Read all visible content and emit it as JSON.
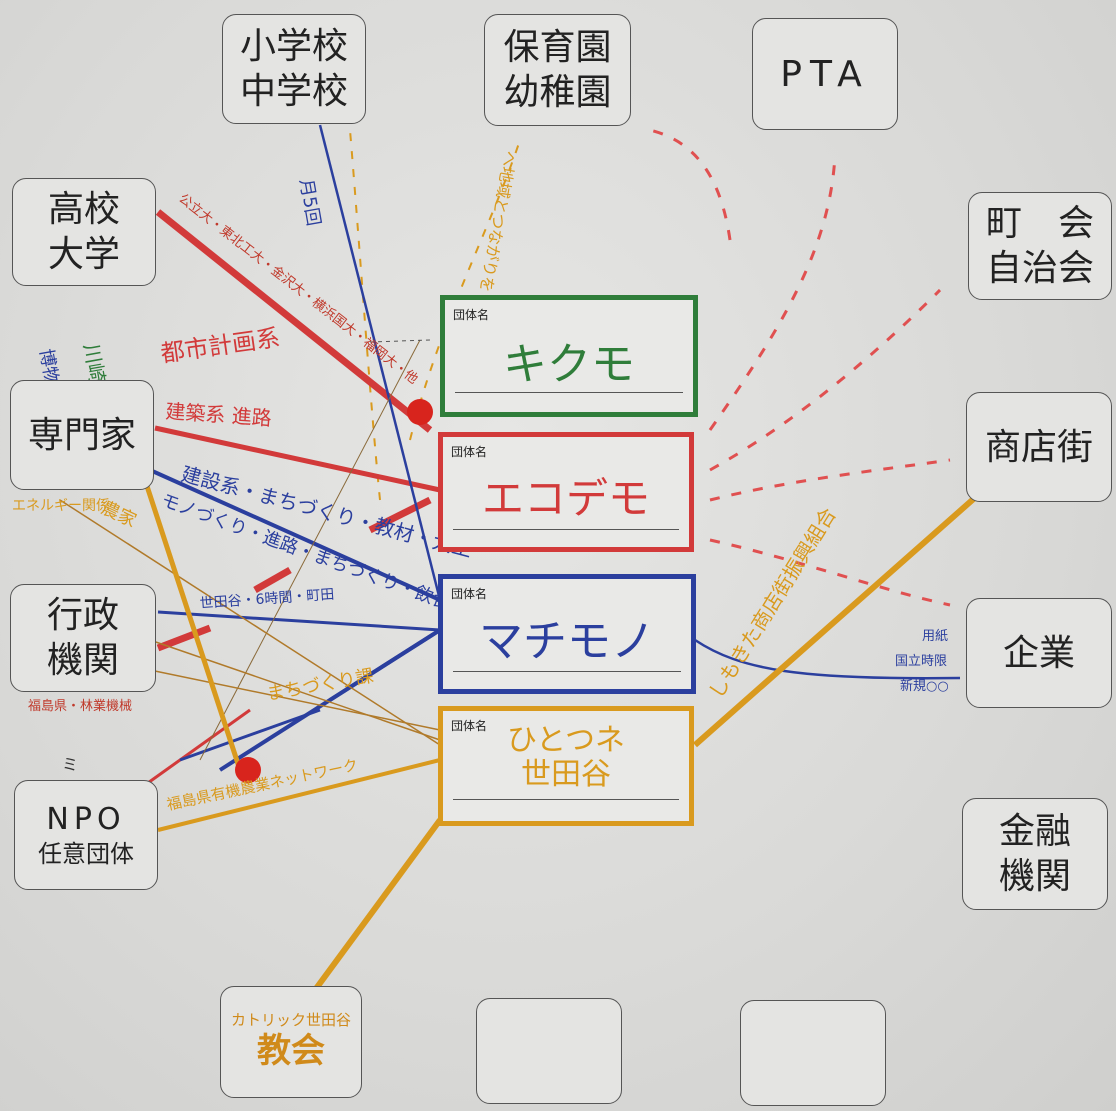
{
  "nodes": {
    "school": [
      "小学校",
      "中学校"
    ],
    "nursery": [
      "保育園",
      "幼稚園"
    ],
    "pta": [
      "PTA"
    ],
    "highschool": [
      "高校",
      "大学"
    ],
    "town": [
      "町　会",
      "自治会"
    ],
    "expert": [
      "専門家"
    ],
    "shopping": [
      "商店街"
    ],
    "admin": [
      "行政",
      "機関"
    ],
    "company": [
      "企業"
    ],
    "npo": [
      "NPO",
      "任意団体"
    ],
    "finance": [
      "金融",
      "機関"
    ],
    "church_small": "カトリック世田谷",
    "church": "教会"
  },
  "orgs": {
    "caption": "団体名",
    "kikumo": "キクモ",
    "ecodemo": "エコデモ",
    "machimono": "マチモノ",
    "hitotsune": [
      "ひとつネ",
      "世田谷"
    ]
  },
  "notes": {
    "universities": "公立大・東北工大・金沢大・横浜国大・福岡大・他",
    "toshikeikaku": "都市計画系",
    "kenchiku": "建築系 進路",
    "kensetsu": "建設系・まちづくり・教材・大工",
    "monozukuri": "モノづくり・進路・まちづくり・飲食",
    "hakubutsukan": "博物館",
    "museum2": "川崎市",
    "energy": "エネルギー関係",
    "nouka": "農家",
    "setagaya": "世田谷・6時間・町田",
    "machizukuri": "まちづくり課",
    "fukushima": "福島県・林業機械",
    "fukushima_net": "福島県有機農業ネットワーク",
    "npo_scribble": "ミ",
    "school_note": "月5回",
    "nursery_note": "へ地域とつながりを",
    "shopping_note": "しもきた商店街振興組合",
    "company_note1": "用紙",
    "company_note2": "国立時限",
    "company_note3": "新規○○"
  },
  "colors": {
    "green": "#2f7d3a",
    "red": "#d23a3a",
    "blue": "#2b3f9e",
    "orange": "#d99a1e",
    "dot": "#d8241d"
  }
}
